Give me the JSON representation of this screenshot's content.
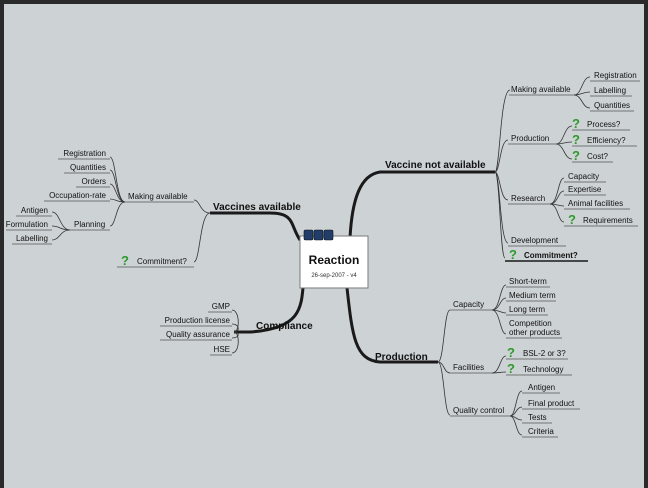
{
  "central": {
    "title": "Reaction",
    "subtitle": "26-sep-2007 - v4"
  },
  "branches": {
    "vaccine_not_available": {
      "label": "Vaccine not available",
      "making_available": {
        "label": "Making available",
        "items": [
          "Registration",
          "Labelling",
          "Quantities"
        ]
      },
      "production": {
        "label": "Production",
        "items": [
          "Process?",
          "Efficiency?",
          "Cost?"
        ]
      },
      "research": {
        "label": "Research",
        "items": [
          "Capacity",
          "Expertise",
          "Animal facilities",
          "Requirements"
        ]
      },
      "development": "Development",
      "commitment": "Commitment?"
    },
    "vaccines_available": {
      "label": "Vaccines available",
      "making_available": {
        "label": "Making available",
        "items": [
          "Registration",
          "Quantities",
          "Orders",
          "Occupation-rate"
        ]
      },
      "planning": {
        "label": "Planning",
        "items": [
          "Antigen",
          "Formulation",
          "Labelling"
        ]
      },
      "commitment": "Commitment?"
    },
    "compliance": {
      "label": "Compliance",
      "items": [
        "GMP",
        "Production license",
        "Quality assurance",
        "HSE"
      ]
    },
    "production": {
      "label": "Production",
      "capacity": {
        "label": "Capacity",
        "items": [
          "Short-term",
          "Medium term",
          "Long term",
          "Competition",
          "other products"
        ]
      },
      "facilities": {
        "label": "Facilities",
        "items": [
          "BSL-2 or 3?",
          "Technology"
        ]
      },
      "quality_control": {
        "label": "Quality control",
        "items": [
          "Antigen",
          "Final product",
          "Tests",
          "Criteria"
        ]
      }
    }
  },
  "icons": {
    "question": "question-mark-icon",
    "question_glyph": "?",
    "question_color": "#2e9a2e"
  }
}
